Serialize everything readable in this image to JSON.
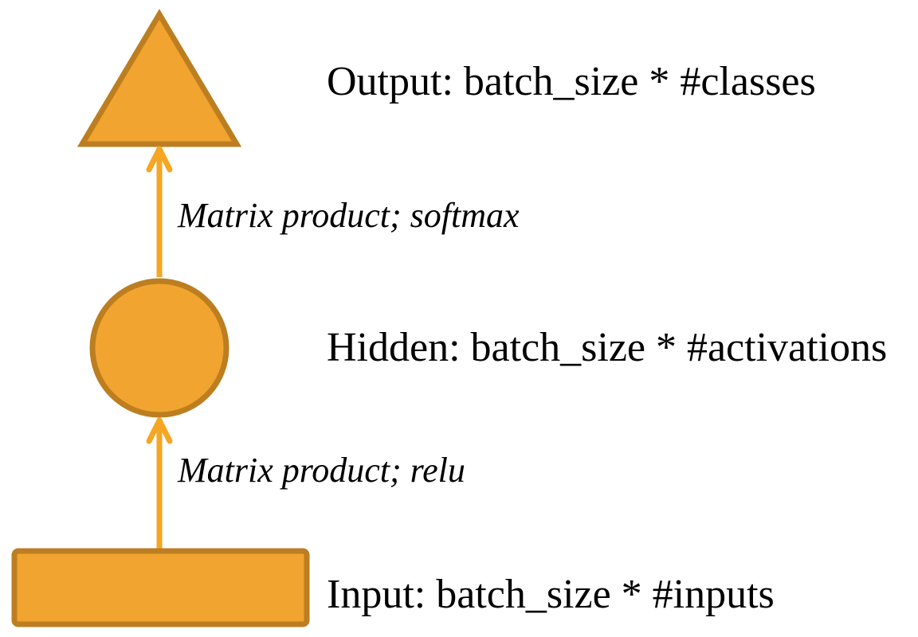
{
  "diagram": {
    "title": "feed-forward network shape diagram",
    "nodes": {
      "output": {
        "shape": "triangle",
        "label": "Output: batch_size * #classes"
      },
      "hidden": {
        "shape": "circle",
        "label": "Hidden: batch_size * #activations"
      },
      "input": {
        "shape": "rectangle",
        "label": "Input: batch_size * #inputs"
      }
    },
    "edges": {
      "hidden_to_output": {
        "label": "Matrix product; softmax",
        "direction": "up"
      },
      "input_to_hidden": {
        "label": "Matrix product; relu",
        "direction": "up"
      }
    },
    "colors": {
      "shape_fill": "#F1A42F",
      "shape_border": "#BC7E20",
      "arrow": "#F5A623",
      "text": "#000000",
      "background": "#FFFFFF"
    }
  }
}
